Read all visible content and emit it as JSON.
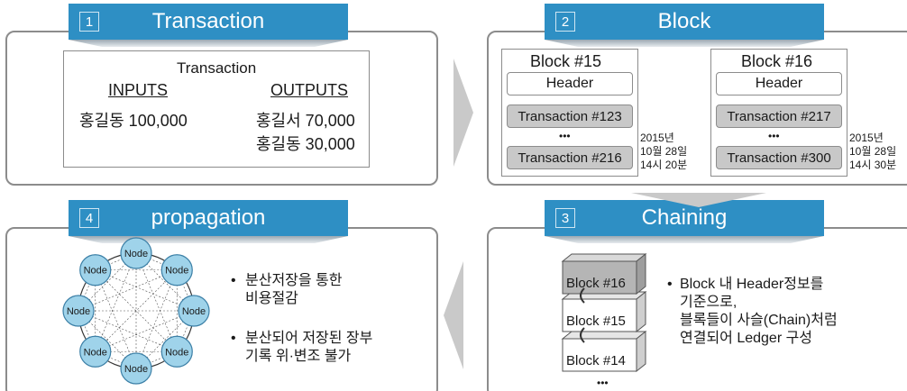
{
  "colors": {
    "tab_blue": "#2e8fc4",
    "node_fill": "#9fd3ea",
    "block_gray": "#c8c8c8"
  },
  "panel1": {
    "number": "1",
    "title": "Transaction",
    "box_title": "Transaction",
    "inputs_label": "INPUTS",
    "outputs_label": "OUTPUTS",
    "input_row": "홍길동 100,000",
    "output_rows": [
      "홍길서 70,000",
      "홍길동 30,000"
    ]
  },
  "panel2": {
    "number": "2",
    "title": "Block",
    "blocks": [
      {
        "title": "Block #15",
        "header": "Header",
        "tx_first": "Transaction #123",
        "ellipsis": "•••",
        "tx_last": "Transaction #216",
        "date": [
          "2015년",
          "10월 28일",
          "14시 20분"
        ]
      },
      {
        "title": "Block #16",
        "header": "Header",
        "tx_first": "Transaction #217",
        "ellipsis": "•••",
        "tx_last": "Transaction #300",
        "date": [
          "2015년",
          "10월 28일",
          "14시 30분"
        ]
      }
    ]
  },
  "panel3": {
    "number": "3",
    "title": "Chaining",
    "stack": [
      "Block #16",
      "Block #15",
      "Block #14"
    ],
    "stack_ellipsis": "•••",
    "bullet_marker": "•",
    "bullet_lines": [
      "Block 내 Header정보를",
      "기준으로,",
      "블록들이 사슬(Chain)처럼",
      "연결되어 Ledger 구성"
    ]
  },
  "panel4": {
    "number": "4",
    "title": "propagation",
    "node_label": "Node",
    "bullet_marker": "•",
    "bullets": [
      [
        "분산저장을 통한",
        "비용절감"
      ],
      [
        "분산되어 저장된 장부",
        "기록 위·변조 불가"
      ]
    ]
  }
}
